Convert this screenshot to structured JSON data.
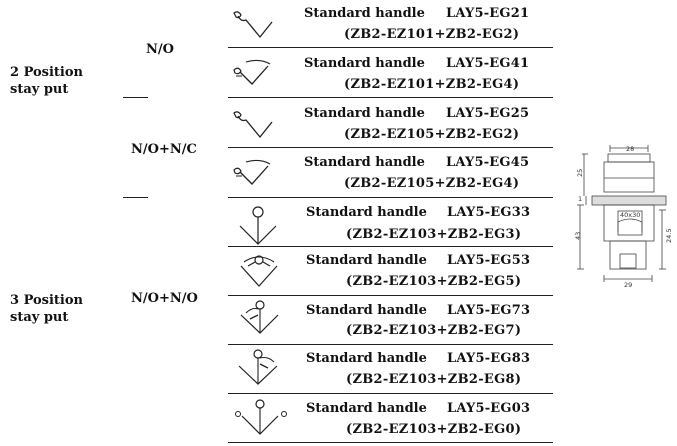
{
  "groups": [
    {
      "label_line1": "2 Position",
      "label_line2": "stay put"
    },
    {
      "label_line1": "3 Position",
      "label_line2": "stay put"
    }
  ],
  "contacts": [
    "N/O",
    "N/O+N/C",
    "N/O+N/O"
  ],
  "rows": [
    {
      "title": "Standard handle",
      "code": "LAY5-EG21",
      "parts": "(ZB2-EZ101+ZB2-EG2)",
      "icon": "two-position-check"
    },
    {
      "title": "Standard handle",
      "code": "LAY5-EG41",
      "parts": "(ZB2-EZ101+ZB2-EG4)",
      "icon": "two-position-arc"
    },
    {
      "title": "Standard handle",
      "code": "LAY5-EG25",
      "parts": "(ZB2-EZ105+ZB2-EG2)",
      "icon": "two-position-check"
    },
    {
      "title": "Standard handle",
      "code": "LAY5-EG45",
      "parts": "(ZB2-EZ105+ZB2-EG4)",
      "icon": "two-position-arc"
    },
    {
      "title": "Standard handle",
      "code": "LAY5-EG33",
      "parts": "(ZB2-EZ103+ZB2-EG3)",
      "icon": "three-position-center"
    },
    {
      "title": "Standard handle",
      "code": "LAY5-EG53",
      "parts": "(ZB2-EZ103+ZB2-EG5)",
      "icon": "three-position-both-arc"
    },
    {
      "title": "Standard handle",
      "code": "LAY5-EG73",
      "parts": "(ZB2-EZ103+ZB2-EG7)",
      "icon": "three-position-left-arc"
    },
    {
      "title": "Standard handle",
      "code": "LAY5-EG83",
      "parts": "(ZB2-EZ103+ZB2-EG8)",
      "icon": "three-position-right-arc"
    },
    {
      "title": "Standard handle",
      "code": "LAY5-EG03",
      "parts": "(ZB2-EZ103+ZB2-EG0)",
      "icon": "three-position-dots"
    }
  ],
  "dimension_drawing": {
    "labels": {
      "top_width": "28",
      "side_upper": "25",
      "side_small": "1",
      "inner_box": "40x30",
      "side_total": "43",
      "side_right": "24.5",
      "bottom_width": "29"
    }
  }
}
